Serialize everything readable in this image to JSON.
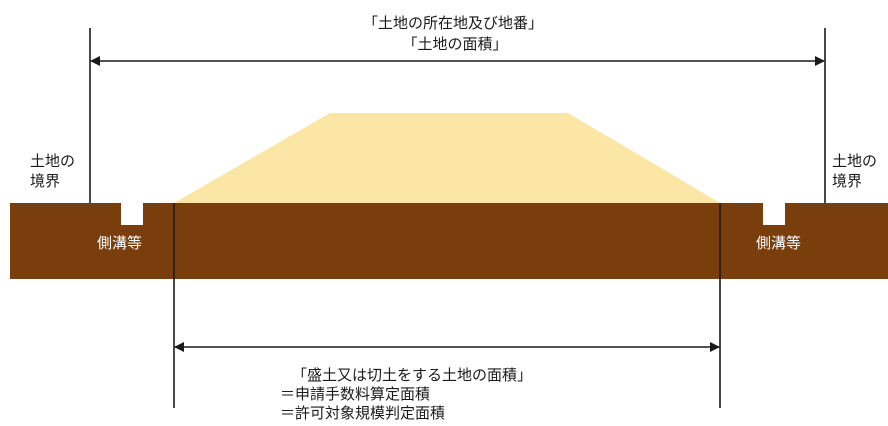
{
  "top_dimension": {
    "line1": "「土地の所在地及び地番」",
    "line2": "「土地の面積」"
  },
  "left_boundary": {
    "line1": "土地の",
    "line2": "境界"
  },
  "right_boundary": {
    "line1": "土地の",
    "line2": "境界"
  },
  "left_ditch_label": "側溝等",
  "right_ditch_label": "側溝等",
  "bottom_dimension": {
    "line1": "「盛土又は切土をする土地の面積」",
    "line2": "＝申請手数料算定面積",
    "line3": "＝許可対象規模判定面積"
  },
  "colors": {
    "ground": "#7a3d0c",
    "embankment": "#fce6a6",
    "line": "#1a1a1a",
    "ground_text": "#ffffff"
  }
}
